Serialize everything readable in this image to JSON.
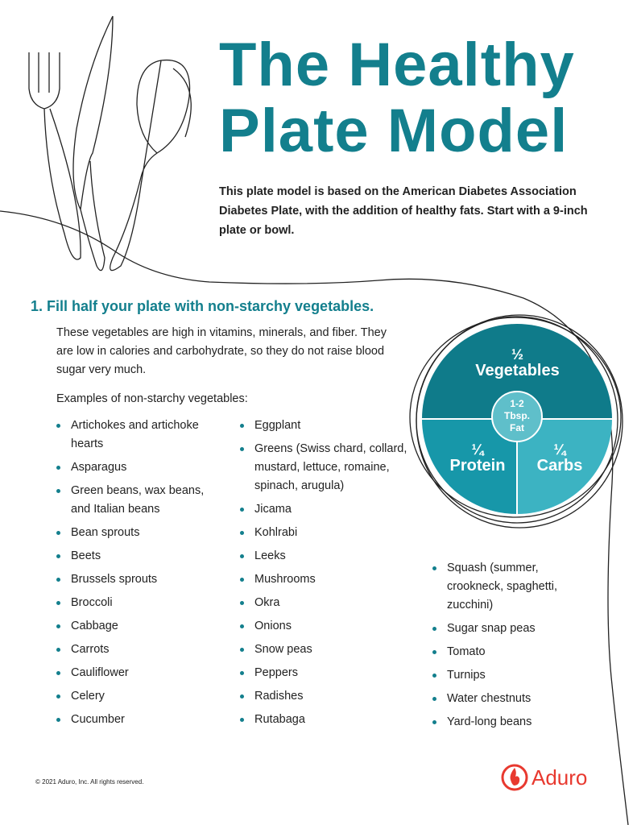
{
  "title_line1": "The Healthy",
  "title_line2": "Plate Model",
  "intro": "This plate model is based on the American Diabetes Association Diabetes Plate, with the addition of healthy fats. Start with a 9-inch plate or bowl.",
  "section": {
    "heading": "1.  Fill half your plate with non-starchy vegetables.",
    "description": "These vegetables are high in vitamins, minerals, and fiber. They are low in calories and carbohydrate, so they do not raise blood sugar very much.",
    "examples_label": "Examples of non-starchy vegetables:"
  },
  "col1": [
    "Artichokes and artichoke hearts",
    "Asparagus",
    "Green beans, wax beans, and Italian beans",
    "Bean sprouts",
    "Beets",
    "Brussels sprouts",
    "Broccoli",
    "Cabbage",
    "Carrots",
    "Cauliflower",
    "Celery",
    "Cucumber"
  ],
  "col2": [
    "Eggplant",
    "Greens (Swiss chard, collard, mustard, lettuce, romaine, spinach, arugula)",
    "Jicama",
    "Kohlrabi",
    "Leeks",
    "Mushrooms",
    "Okra",
    "Onions",
    "Snow peas",
    "Peppers",
    "Radishes",
    "Rutabaga"
  ],
  "col3": [
    "Squash (summer, crookneck, spaghetti, zucchini)",
    "Sugar snap peas",
    "Tomato",
    "Turnips",
    "Water chestnuts",
    "Yard-long beans"
  ],
  "plate": {
    "veg_frac": "½",
    "veg": "Vegetables",
    "protein_frac": "¼",
    "protein": "Protein",
    "carbs_frac": "¼",
    "carbs": "Carbs",
    "fat1": "1-2",
    "fat2": "Tbsp.",
    "fat3": "Fat",
    "colors": {
      "veg": "#0f7b8a",
      "protein": "#1797a9",
      "carbs": "#3cb3c2",
      "fat": "#5fbfca"
    }
  },
  "footer": {
    "copyright": "© 2021 Aduro, Inc. All rights reserved.",
    "logo": "Aduro"
  }
}
